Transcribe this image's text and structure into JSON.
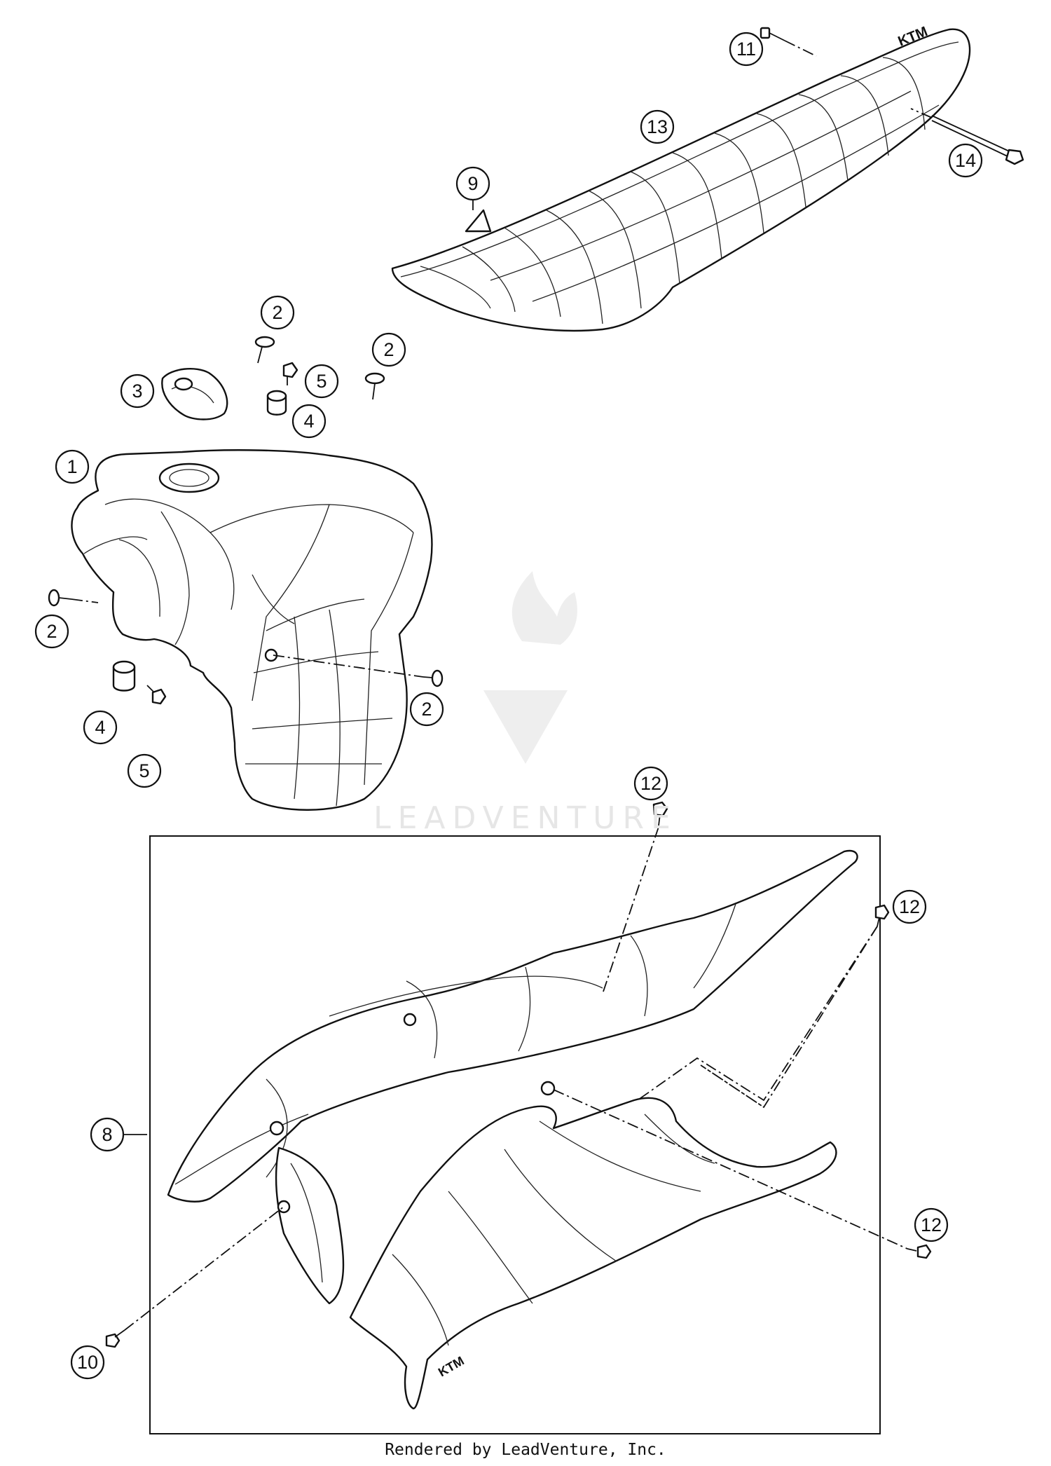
{
  "watermark": {
    "text": "LEADVENTURE"
  },
  "footer": {
    "credit": "Rendered by LeadVenture, Inc."
  },
  "callouts": [
    {
      "id": "11a",
      "label": "11"
    },
    {
      "id": "13a",
      "label": "13"
    },
    {
      "id": "14a",
      "label": "14"
    },
    {
      "id": "9a",
      "label": "9"
    },
    {
      "id": "2a",
      "label": "2"
    },
    {
      "id": "2b",
      "label": "2"
    },
    {
      "id": "3a",
      "label": "3"
    },
    {
      "id": "5a",
      "label": "5"
    },
    {
      "id": "4a",
      "label": "4"
    },
    {
      "id": "1a",
      "label": "1"
    },
    {
      "id": "2c",
      "label": "2"
    },
    {
      "id": "2d",
      "label": "2"
    },
    {
      "id": "4b",
      "label": "4"
    },
    {
      "id": "5b",
      "label": "5"
    },
    {
      "id": "12a",
      "label": "12"
    },
    {
      "id": "12b",
      "label": "12"
    },
    {
      "id": "8a",
      "label": "8"
    },
    {
      "id": "12c",
      "label": "12"
    },
    {
      "id": "10a",
      "label": "10"
    }
  ]
}
